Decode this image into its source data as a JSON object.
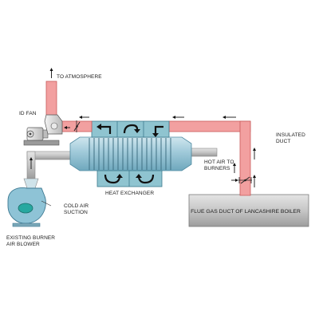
{
  "labels": {
    "to_atmosphere": "TO ATMOSPHERE",
    "id_fan": "ID FAN",
    "insulated_duct_1": "INSULATED",
    "insulated_duct_2": "DUCT",
    "hot_air_1": "HOT AIR TO",
    "hot_air_2": "BURNERS",
    "heat_exchanger": "HEAT EXCHANGER",
    "cold_air_1": "COLD AIR",
    "cold_air_2": "SUCTION",
    "blower_1": "EXISTING BURNER",
    "blower_2": "AIR BLOWER",
    "boiler_duct": "FLUE GAS DUCT OF LANCASHIRE BOILER"
  },
  "colors": {
    "hot_duct": "#f2a0a0",
    "hot_duct_edge": "#c85a5a",
    "exchanger_body": "#9fc9d9",
    "exchanger_box": "#8fc4d0",
    "cold_duct": "#c8c8c8",
    "boiler": "#d0d0d0",
    "fan_body": "#e6e6e6",
    "blower_body": "#8ec3d6",
    "blower_hub": "#27a8a0",
    "arrow": "#111111"
  }
}
